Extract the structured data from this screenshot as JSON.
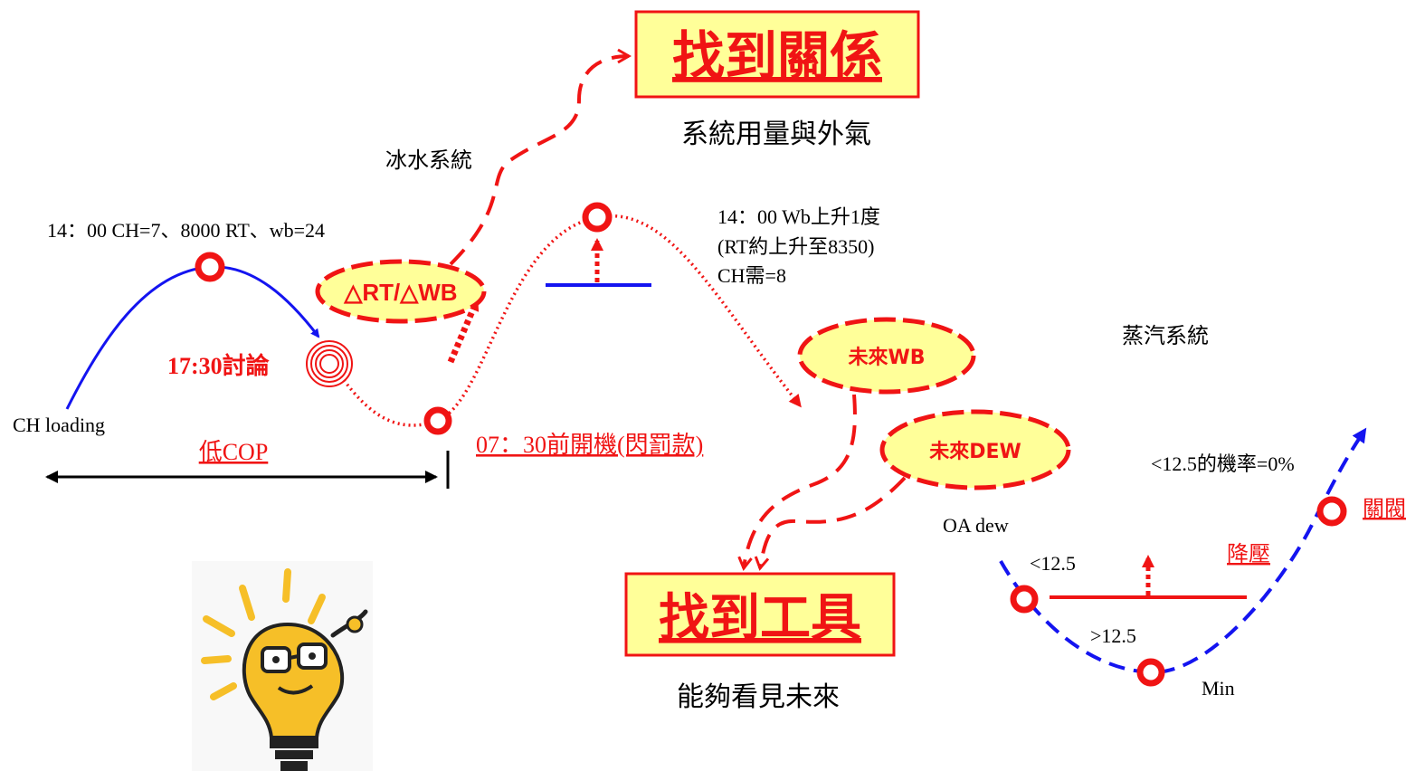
{
  "colors": {
    "red": "#f01414",
    "blue": "#1414f0",
    "black": "#000000",
    "box_fill": "#ffff99",
    "ellipse_fill": "#ffff99"
  },
  "headline_boxes": {
    "top": "找到關係",
    "bottom": "找到工具"
  },
  "captions": {
    "top": "系統用量與外氣",
    "bottom": "能夠看見未來",
    "chilled_water": "冰水系統",
    "steam": "蒸汽系統"
  },
  "ellipses": {
    "rt_wb": "△RT/△WB",
    "future_wb": "未來WB",
    "future_dew": "未來DEW"
  },
  "annotations": {
    "ch_status_1400": "14：00 CH=7、8000 RT、wb=24",
    "wb_rise_line1": "14：00 Wb上升1度",
    "wb_rise_line2": "(RT約上升至8350)",
    "wb_rise_line3": "CH需=8",
    "discussion": "17:30討論",
    "ch_loading": "CH loading",
    "low_cop": "低COP",
    "start_before": "07：30前開機(閃罰款)",
    "oa_dew": "OA dew",
    "lt_12_5": "<12.5",
    "gt_12_5": ">12.5",
    "min": "Min",
    "prob": "<12.5的機率=0%",
    "reduce_pressure": "降壓",
    "close_valve": "關閥"
  },
  "illustration": {
    "icon": "lightbulb-idea-icon"
  }
}
